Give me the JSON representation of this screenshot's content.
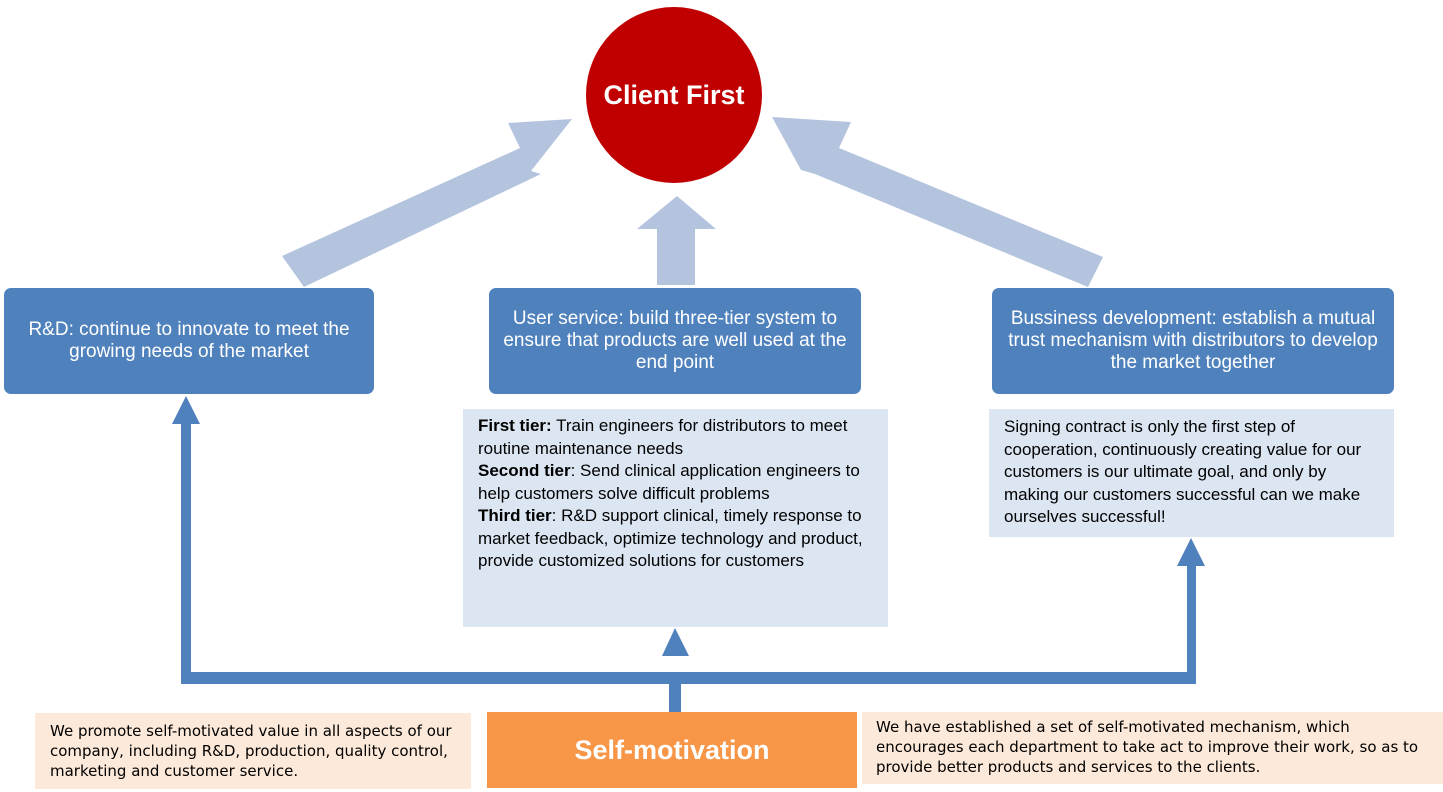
{
  "center": {
    "label": "Client First"
  },
  "pillars": {
    "rd": {
      "label": "R&D: continue to innovate to meet the growing needs of the market"
    },
    "user_service": {
      "label": "User service: build three-tier system to ensure that products are well used at the end point"
    },
    "business": {
      "label": "Bussiness development: establish a mutual trust mechanism with distributors to develop the market together"
    }
  },
  "tiers": [
    {
      "name": "First tier:",
      "text": " Train engineers for distributors to meet routine maintenance needs"
    },
    {
      "name": "Second tier",
      "text": ": Send clinical application engineers to help customers solve difficult problems"
    },
    {
      "name": "Third tier",
      "text": ": R&D support clinical, timely response to market feedback, optimize technology and product, provide customized solutions for customers"
    }
  ],
  "business_note": "Signing contract is only the first step of cooperation, continuously creating value for our customers is our ultimate goal, and only by making our customers successful can we make ourselves successful!",
  "base": {
    "label": "Self-motivation",
    "left_note": "We promote self-motivated value in all aspects of our company, including R&D, production, quality control, marketing and customer service.",
    "right_note": "We have established a set of self-motivated mechanism, which encourages each department to take act to improve their work, so as to provide better products and services to the clients."
  },
  "colors": {
    "client_first": "#c00000",
    "pillar_box": "#4f81bd",
    "detail_box": "#dce6f2",
    "note_box": "#fde9d9",
    "self_motivation": "#f79646",
    "big_arrows": "#b4c4de",
    "connector_arrows": "#4f81bd"
  }
}
